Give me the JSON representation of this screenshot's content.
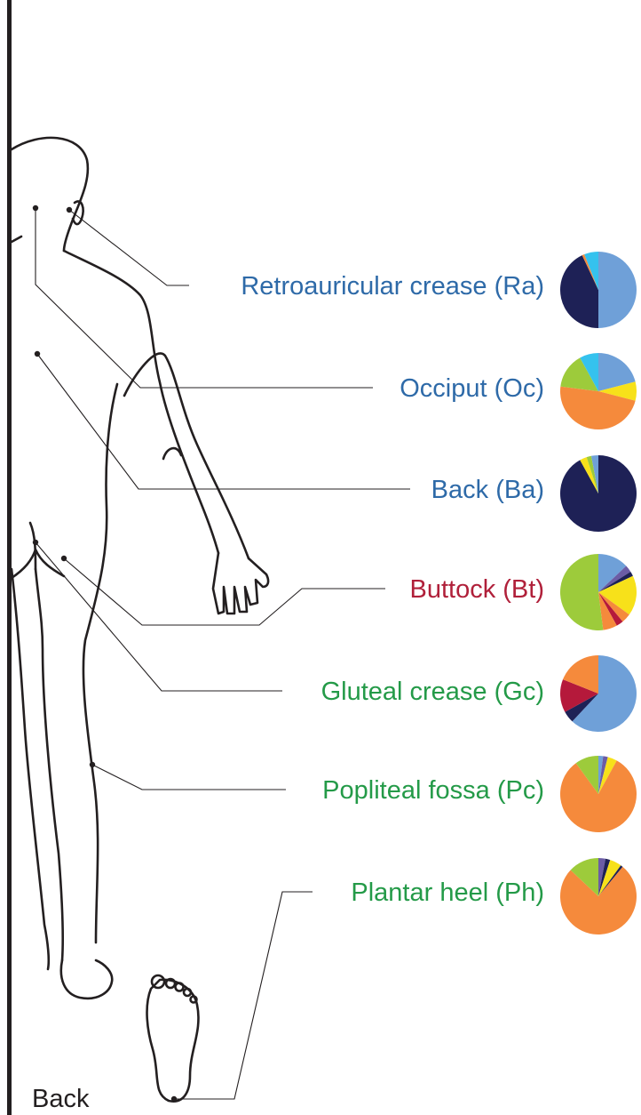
{
  "view_label": "Back",
  "colors": {
    "blue_label": "#2e6aa8",
    "red_label": "#b0203a",
    "green_label": "#249a48",
    "light_blue": "#6fa0d8",
    "cyan": "#35c2ee",
    "yellow": "#f7e11a",
    "orange": "#f58a3c",
    "lime": "#9dcb3b",
    "navy": "#1e2156",
    "crimson": "#b5193b",
    "purple": "#6b5ca5"
  },
  "sites": [
    {
      "id": "ra",
      "label": "Retroauricular crease (Ra)",
      "color": "blue_label",
      "slices": [
        {
          "color": "light_blue",
          "value": 0.5
        },
        {
          "color": "navy",
          "value": 0.43
        },
        {
          "color": "orange",
          "value": 0.01
        },
        {
          "color": "cyan",
          "value": 0.06
        }
      ]
    },
    {
      "id": "oc",
      "label": "Occiput (Oc)",
      "color": "blue_label",
      "slices": [
        {
          "color": "light_blue",
          "value": 0.21
        },
        {
          "color": "yellow",
          "value": 0.08
        },
        {
          "color": "orange",
          "value": 0.48
        },
        {
          "color": "lime",
          "value": 0.15
        },
        {
          "color": "cyan",
          "value": 0.08
        }
      ]
    },
    {
      "id": "ba",
      "label": "Back (Ba)",
      "color": "blue_label",
      "slices": [
        {
          "color": "navy",
          "value": 0.92
        },
        {
          "color": "yellow",
          "value": 0.03
        },
        {
          "color": "lime",
          "value": 0.02
        },
        {
          "color": "light_blue",
          "value": 0.03
        }
      ]
    },
    {
      "id": "bt",
      "label": "Buttock (Bt)",
      "color": "red_label",
      "slices": [
        {
          "color": "light_blue",
          "value": 0.13
        },
        {
          "color": "purple",
          "value": 0.03
        },
        {
          "color": "navy",
          "value": 0.02
        },
        {
          "color": "yellow",
          "value": 0.17
        },
        {
          "color": "orange",
          "value": 0.04
        },
        {
          "color": "crimson",
          "value": 0.03
        },
        {
          "color": "orange",
          "value": 0.06
        },
        {
          "color": "lime",
          "value": 0.52
        }
      ]
    },
    {
      "id": "gc",
      "label": "Gluteal crease (Gc)",
      "color": "green_label",
      "slices": [
        {
          "color": "light_blue",
          "value": 0.62
        },
        {
          "color": "navy",
          "value": 0.05
        },
        {
          "color": "crimson",
          "value": 0.14
        },
        {
          "color": "orange",
          "value": 0.19
        }
      ]
    },
    {
      "id": "pc",
      "label": "Popliteal fossa (Pc)",
      "color": "green_label",
      "slices": [
        {
          "color": "light_blue",
          "value": 0.02
        },
        {
          "color": "purple",
          "value": 0.02
        },
        {
          "color": "yellow",
          "value": 0.04
        },
        {
          "color": "orange",
          "value": 0.82
        },
        {
          "color": "lime",
          "value": 0.1
        }
      ]
    },
    {
      "id": "ph",
      "label": "Plantar heel (Ph)",
      "color": "green_label",
      "slices": [
        {
          "color": "purple",
          "value": 0.03
        },
        {
          "color": "navy",
          "value": 0.02
        },
        {
          "color": "yellow",
          "value": 0.05
        },
        {
          "color": "navy",
          "value": 0.01
        },
        {
          "color": "orange",
          "value": 0.76
        },
        {
          "color": "lime",
          "value": 0.13
        }
      ]
    }
  ]
}
